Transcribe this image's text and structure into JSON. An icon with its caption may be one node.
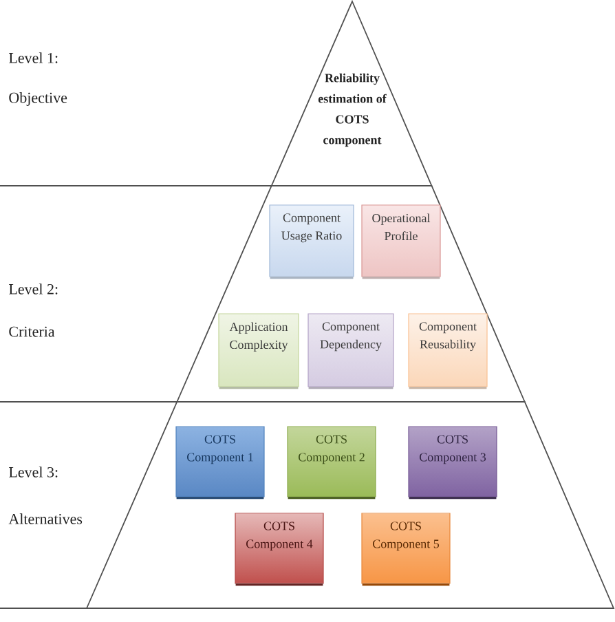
{
  "diagram": {
    "nodes": [
      {
        "text": [
          "Reliability estimation of COTS component"
        ]
      },
      {
        "text": [],
        "shape": "trapezoid"
      },
      {
        "text": [
          "Component Usage Ratio"
        ],
        "in": 1
      },
      {
        "text": [
          "Operational Profile"
        ],
        "in": 1
      },
      {
        "text": [
          "Application Complexity"
        ],
        "in": 1
      },
      {
        "text": [
          "Component Dependency"
        ],
        "in": 1
      },
      {
        "text": [
          "Component Reusability"
        ],
        "in": 1
      },
      {
        "text": [],
        "shape": "trapezoid"
      },
      {
        "text": [
          "COTS Component 1"
        ],
        "in": 7
      },
      {
        "text": [
          "COTS Component 2"
        ],
        "in": 7
      },
      {
        "text": [
          "COTS Component 3"
        ],
        "in": 7
      },
      {
        "text": [
          "COTS Component 4"
        ],
        "in": 7
      },
      {
        "text": [
          "COTS Component 5"
        ],
        "in": 7
      }
    ],
    "labels": [
      "Level 1:",
      "Objective",
      "Level 2:",
      "Criteria",
      "Level 3:",
      "Alternatives"
    ]
  }
}
